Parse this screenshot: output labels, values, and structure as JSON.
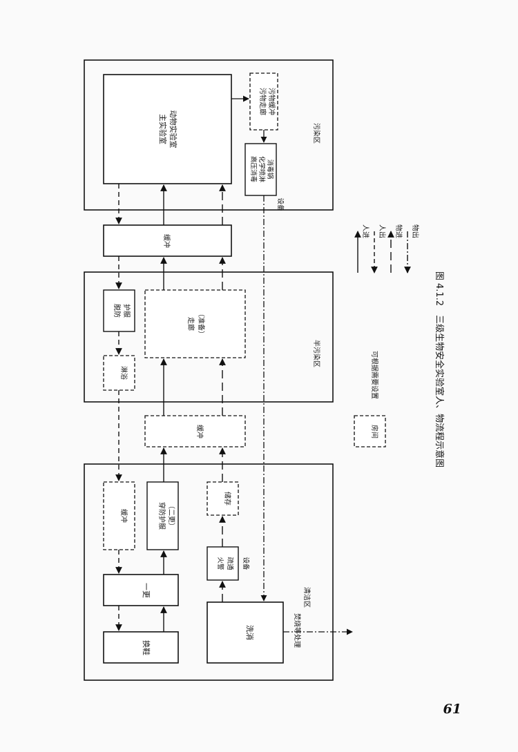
{
  "zones": {
    "contaminated": "污染区",
    "semi_contaminated": "半污染区",
    "clean": "清洁区"
  },
  "rooms": {
    "main_lab": [
      "主实验室",
      "动物实验室"
    ],
    "dirty_corridor": [
      "污物走廊",
      "污物缓冲"
    ],
    "autoclave": [
      "高压消毒",
      "化学喷淋",
      "消毒锅",
      "设备"
    ],
    "buffer_main": "缓冲",
    "remove_ppe": [
      "脱防",
      "护服"
    ],
    "shower": "淋浴",
    "corridor": [
      "走廊",
      "（准备）"
    ],
    "buffer_mid": "缓冲",
    "buffer_clean": "缓冲",
    "wear_ppe": [
      "穿防护服",
      "（二更）"
    ],
    "first_change": "一更",
    "change_shoes": "换鞋",
    "storage": "储存",
    "fire_door": [
      "火警",
      "疏通",
      "设备"
    ],
    "wash": "洗消",
    "waste_out": [
      "焚烧等处理"
    ]
  },
  "legend": {
    "person_in": "人进",
    "person_out": "人出",
    "material_in": "物进",
    "material_out": "物出",
    "room_sample": "房间",
    "optional_note": "可根据需要设置"
  },
  "caption": "图 4.1.2　三级生物安全实验室人、物流程示意图",
  "page_number": "61"
}
